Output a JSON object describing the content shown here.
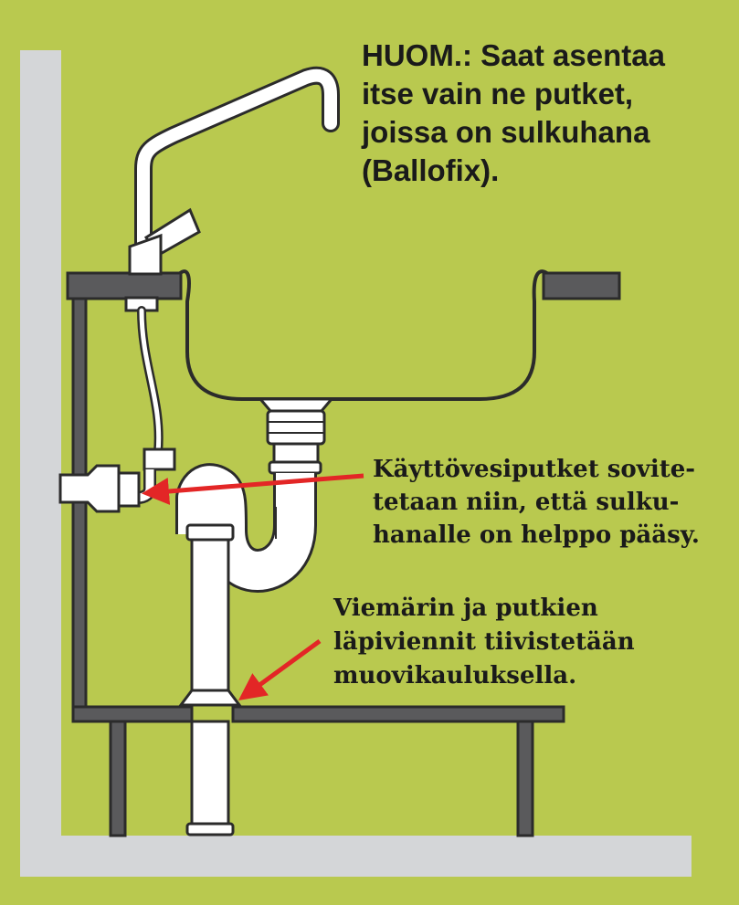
{
  "note": {
    "lines": [
      "HUOM.: Saat asentaa",
      "itse vain ne putket,",
      "joissa on sulkuhana",
      "(Ballofix)."
    ]
  },
  "caption_pipes": {
    "lines": [
      "Käyttövesiputket sovite-",
      "tetaan niin, että sulku-",
      "hanalle on helppo pääsy."
    ]
  },
  "caption_drain": {
    "lines": [
      "Viemärin ja putkien",
      "läpiviennit tiivistetään",
      "muovikauluksella."
    ]
  },
  "colors": {
    "background": "#b9c94f",
    "wall": "#d4d6d8",
    "outline": "#2b2b2b",
    "pipe": "#ffffff",
    "shelf": "#5a5a5c",
    "arrow": "#e32626"
  }
}
